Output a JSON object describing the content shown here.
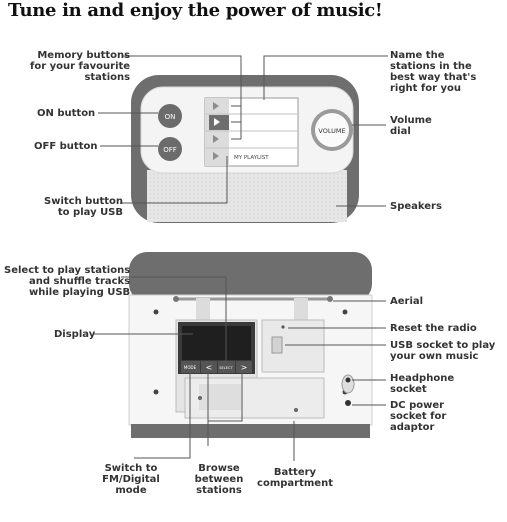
{
  "title": "Tune in and enjoy the power of music!",
  "front": {
    "labels": {
      "memory": [
        "Memory buttons",
        "for your favourite",
        "stations"
      ],
      "on": [
        "ON button"
      ],
      "off": [
        "OFF button"
      ],
      "switch_usb": [
        "Switch button",
        "to play USB"
      ],
      "name_stations": [
        "Name the",
        "stations in the",
        "best way that's",
        "right for you"
      ],
      "volume": [
        "Volume",
        "dial"
      ],
      "speakers": [
        "Speakers"
      ]
    },
    "device_text": {
      "on_button": "ON",
      "off_button": "OFF",
      "volume_dial": "VOLUME",
      "playlist": "MY PLAYLIST"
    }
  },
  "back": {
    "labels": {
      "select_play": [
        "Select to play stations",
        "and shuffle tracks",
        "while playing USB"
      ],
      "display": [
        "Display"
      ],
      "aerial": [
        "Aerial"
      ],
      "reset": [
        "Reset the radio"
      ],
      "usb_socket": [
        "USB socket to play",
        "your own music"
      ],
      "headphone": [
        "Headphone",
        "socket"
      ],
      "dc_power": [
        "DC power",
        "socket for",
        "adaptor"
      ],
      "switch_mode": [
        "Switch to",
        "FM/Digital",
        "mode"
      ],
      "browse": [
        "Browse",
        "between",
        "stations"
      ],
      "battery": [
        "Battery",
        "compartment"
      ]
    },
    "device_text": {
      "mode": "MODE",
      "select": "SELECT",
      "prev": "<",
      "next": ">"
    }
  },
  "colors": {
    "body_grey": "#6e6e6e",
    "panel": "#f2f2f2",
    "speaker": "#e6e6e6",
    "leader": "#555555"
  }
}
